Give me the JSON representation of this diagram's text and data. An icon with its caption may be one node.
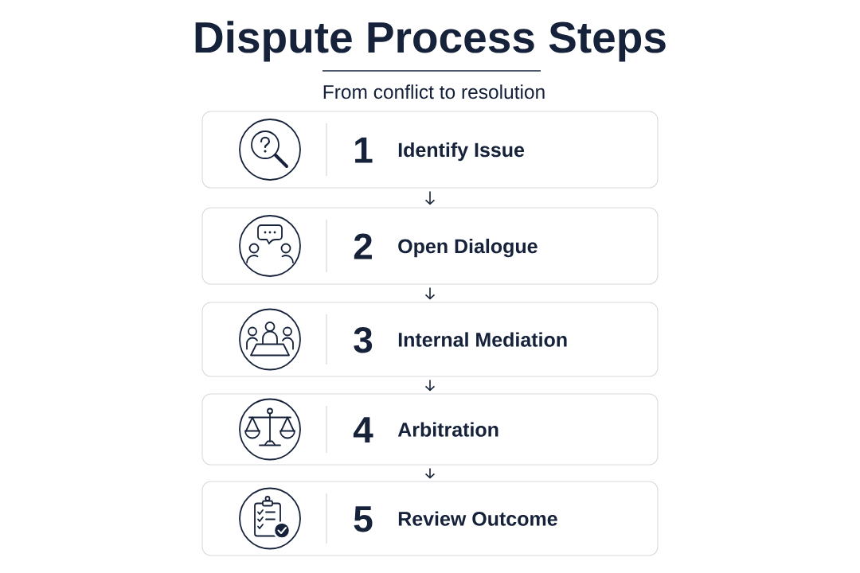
{
  "diagram": {
    "title": "Dispute Process Steps",
    "nodes": [
      {
        "text": [
          "1",
          "Identify Issue"
        ]
      },
      {
        "text": [
          "2",
          "Open Dialogue"
        ]
      },
      {
        "text": [
          "3",
          "Internal Mediation"
        ]
      },
      {
        "text": [
          "4",
          "Arbitration"
        ]
      },
      {
        "text": [
          "5",
          "Review Outcome"
        ]
      }
    ],
    "edges": [
      {
        "from": 0,
        "to": 1,
        "arrow": "to"
      },
      {
        "from": 1,
        "to": 2,
        "arrow": "to"
      },
      {
        "from": 2,
        "to": 3,
        "arrow": "to"
      },
      {
        "from": 3,
        "to": 4,
        "arrow": "to"
      }
    ],
    "labels": [
      "From conflict to resolution"
    ]
  }
}
